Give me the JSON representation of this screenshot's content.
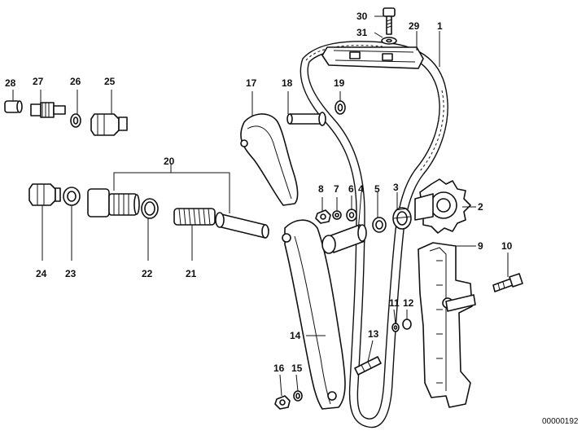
{
  "diagram": {
    "reference_number": "00000192",
    "callouts": {
      "c1": "1",
      "c2": "2",
      "c3": "3",
      "c4": "4",
      "c5": "5",
      "c6": "6",
      "c7": "7",
      "c8": "8",
      "c9": "9",
      "c10": "10",
      "c11": "11",
      "c12": "12",
      "c13": "13",
      "c14": "14",
      "c15": "15",
      "c16": "16",
      "c17": "17",
      "c18": "18",
      "c19": "19",
      "c20": "20",
      "c21": "21",
      "c22": "22",
      "c23": "23",
      "c24": "24",
      "c25": "25",
      "c26": "26",
      "c27": "27",
      "c28": "28",
      "c29": "29",
      "c30": "30",
      "c31": "31"
    }
  }
}
